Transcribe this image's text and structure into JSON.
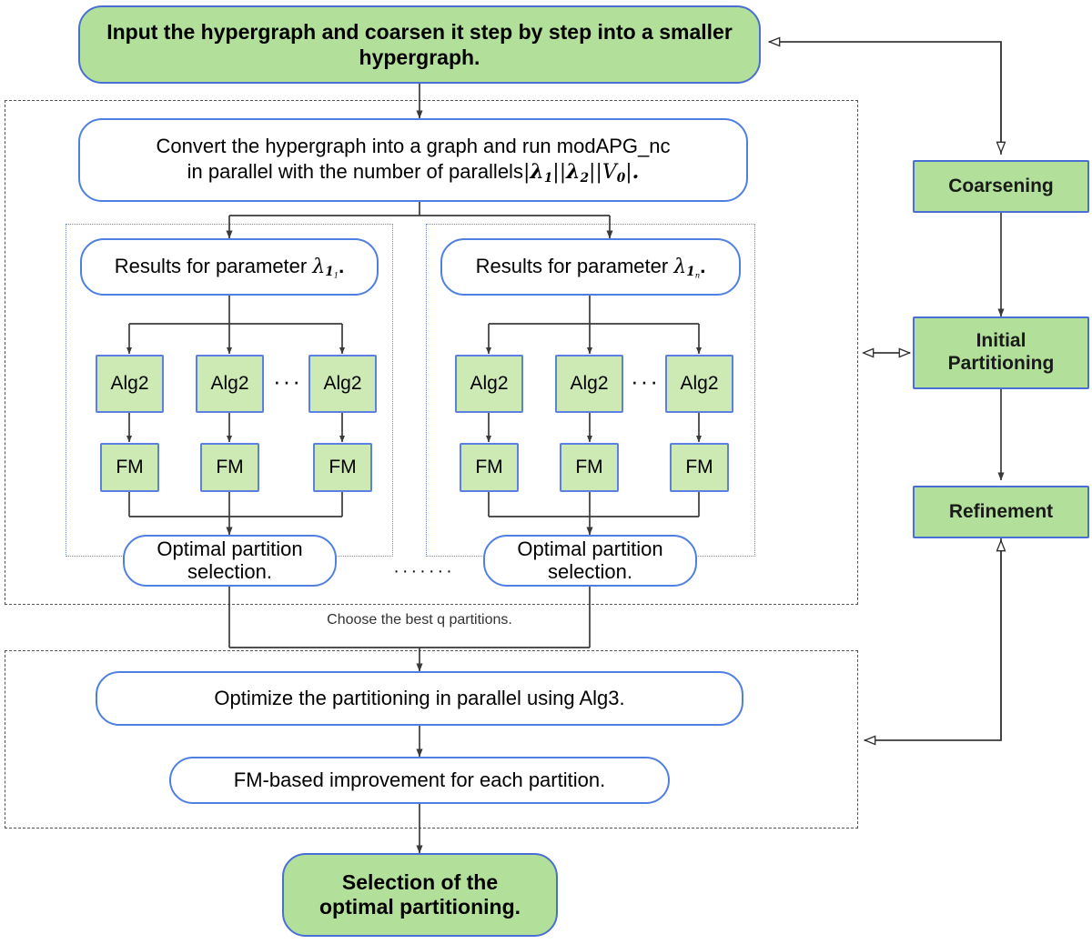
{
  "diagram": {
    "title_flow": "Parallel multilevel hypergraph partitioning flowchart",
    "colors": {
      "green_fill": "#b2e09a",
      "green_fill_light": "#cdeab5",
      "blue_border": "#4f7fe0",
      "dark_blue_border": "#4a6fd4",
      "dashed_border": "#555555",
      "dotted_border": "#6f8fe0",
      "wire": "#3a3a3a"
    }
  },
  "nodes": {
    "input_box": "Input the hypergraph and coarsen it step by step into a smaller hypergraph.",
    "convert_box_line1": "Convert the hypergraph into a graph and run modAPG_nc",
    "convert_box_line2_prefix": "in parallel with the number of parallels",
    "convert_box_formula": "|λ₁||λ₂||V₀|.",
    "results_left_prefix": "Results for parameter ",
    "results_left_symbol": "λ1₁.",
    "results_right_prefix": "Results for parameter ",
    "results_right_symbol": "λ1ₙ.",
    "alg2_label": "Alg2",
    "fm_label": "FM",
    "optimal_selection_line1": "Optimal partition",
    "optimal_selection_line2": "selection.",
    "choose_best_label": "Choose the best q partitions.",
    "optimize_box": "Optimize the partitioning in parallel using Alg3.",
    "fm_improve_box": "FM-based improvement for each partition.",
    "final_box_line1": "Selection of the",
    "final_box_line2": "optimal partitioning.",
    "group_ellipsis": "···",
    "between_groups_ellipsis": "·······"
  },
  "phases": {
    "coarsening": "Coarsening",
    "initial_partitioning_line1": "Initial",
    "initial_partitioning_line2": "Partitioning",
    "refinement": "Refinement"
  },
  "columns": {
    "left_group_alg2": [
      "Alg2",
      "Alg2",
      "Alg2"
    ],
    "left_group_fm": [
      "FM",
      "FM",
      "FM"
    ],
    "right_group_alg2": [
      "Alg2",
      "Alg2",
      "Alg2"
    ],
    "right_group_fm": [
      "FM",
      "FM",
      "FM"
    ]
  }
}
